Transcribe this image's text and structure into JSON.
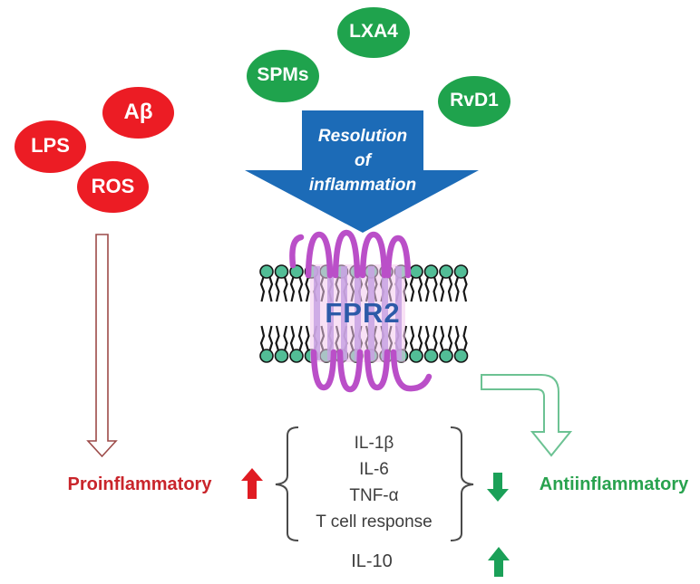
{
  "colors": {
    "ligand_green": "#1fa34d",
    "ligand_red": "#ec1c24",
    "arrow_blue": "#1c6bb7",
    "receptor_purple": "#ba4fc8",
    "lipid_head_teal": "#52bd96",
    "fpr2_blue": "#2c5aa8",
    "pro_red": "#c9252b",
    "anti_green": "#28a24e",
    "filled_red_arrow": "#e01b22",
    "filled_green_arrow": "#1ba058",
    "text_dark": "#3d3d3d"
  },
  "ligands": {
    "anti_inflammatory": [
      {
        "label": "LXA4"
      },
      {
        "label": "SPMs"
      },
      {
        "label": "RvD1"
      }
    ],
    "pro_inflammatory": [
      {
        "label": "Aβ"
      },
      {
        "label": "LPS"
      },
      {
        "label": "ROS"
      }
    ]
  },
  "resolution_arrow": {
    "line1": "Resolution",
    "line2": "of",
    "line3": "inflammation"
  },
  "receptor": {
    "label": "FPR2"
  },
  "outcomes": {
    "pro_label": "Proinflammatory",
    "anti_label": "Antiinflammatory",
    "decreased": [
      "IL-1β",
      "IL-6",
      "TNF-α",
      "T cell response"
    ],
    "increased": "IL-10"
  }
}
